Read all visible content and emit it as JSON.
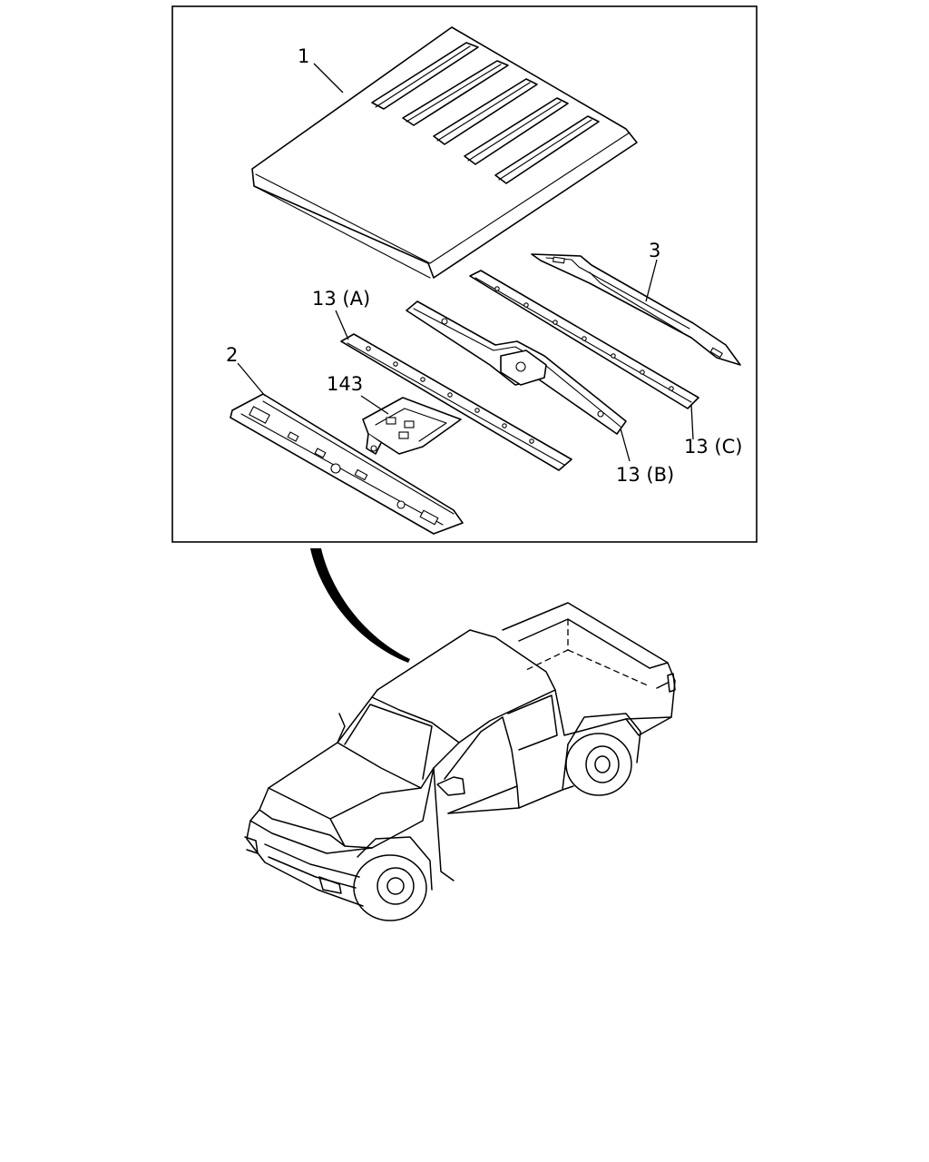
{
  "callouts": {
    "roof_panel": "1",
    "front_header": "2",
    "rear_header": "3",
    "bow_a": "13 (A)",
    "bow_b": "13 (B)",
    "bow_c": "13 (C)",
    "bracket": "143"
  },
  "colors": {
    "line": "#000000",
    "background": "#ffffff"
  }
}
